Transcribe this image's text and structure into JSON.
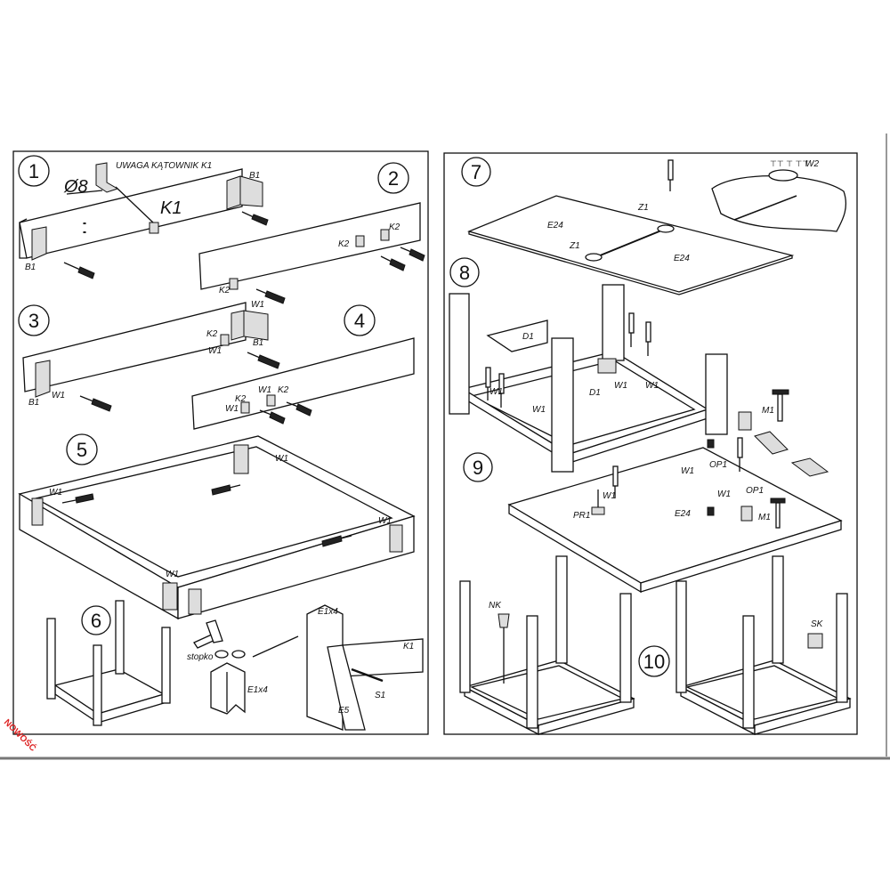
{
  "steps": [
    "1",
    "2",
    "3",
    "4",
    "5",
    "6",
    "7",
    "8",
    "9",
    "10"
  ],
  "step1": {
    "note": "UWAGA KĄTOWNIK K1",
    "diameter": "Ø8",
    "k1": "K1",
    "b1": "B1"
  },
  "step2": {
    "k2": "K2"
  },
  "step3": {
    "w1": "W1",
    "k2": "K2",
    "b1": "B1"
  },
  "step4": {
    "w1": "W1",
    "k2": "K2"
  },
  "step5": {
    "w1": "W1"
  },
  "step6": {
    "stopko": "stopko",
    "e1x4": "E1x4",
    "k1": "K1",
    "s1": "S1",
    "e5": "E5"
  },
  "step7": {
    "e24": "E24",
    "z1": "Z1",
    "w2": "W2"
  },
  "step8": {
    "d1": "D1",
    "w1": "W1",
    "m1": "M1"
  },
  "step9": {
    "w1": "W1",
    "op1": "OP1",
    "pr1": "PR1",
    "e24": "E24",
    "m1": "M1"
  },
  "step10": {
    "nk": "NK",
    "sk": "SK"
  },
  "stamp": "NOWOŚĆ"
}
